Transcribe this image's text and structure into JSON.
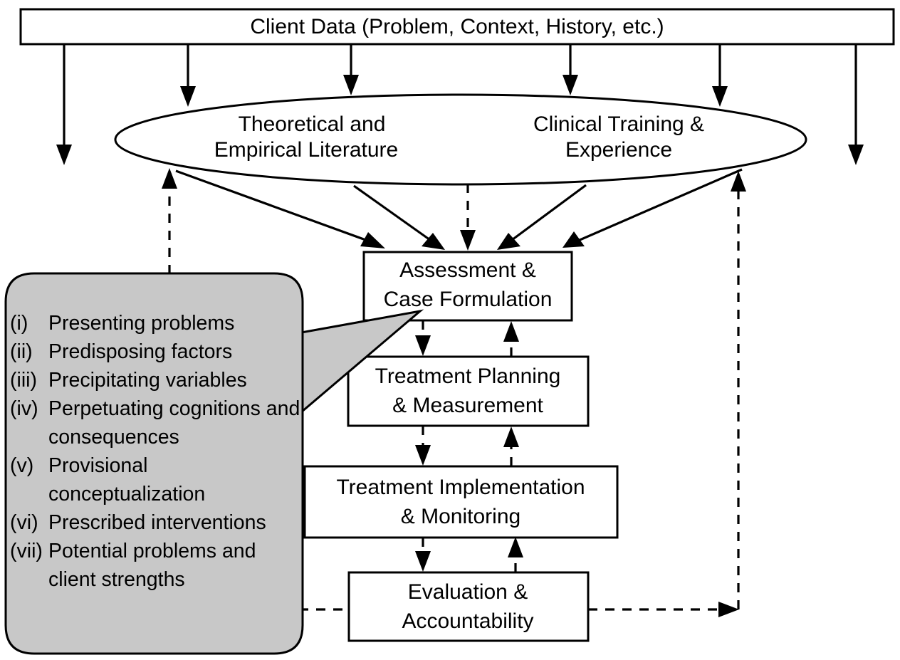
{
  "diagram": {
    "title_box": {
      "label": "Client Data (Problem, Context, History, etc.)"
    },
    "resources_ellipse": {
      "left_label_line1": "Theoretical and",
      "left_label_line2": "Empirical Literature",
      "right_label_line1": "Clinical Training &",
      "right_label_line2": "Experience"
    },
    "process_boxes": [
      {
        "line1": "Assessment &",
        "line2": "Case Formulation"
      },
      {
        "line1": "Treatment Planning",
        "line2": "& Measurement"
      },
      {
        "line1": "Treatment Implementation",
        "line2": "& Monitoring"
      },
      {
        "line1": "Evaluation &",
        "line2": "Accountability"
      }
    ],
    "callout": {
      "fill_color": "#c8c8c8",
      "items": [
        {
          "num": "(i)",
          "text": "Presenting problems"
        },
        {
          "num": "(ii)",
          "text": "Predisposing factors"
        },
        {
          "num": "(iii)",
          "text": "Precipitating variables"
        },
        {
          "num": "(iv)",
          "text": "Perpetuating cognitions and consequences"
        },
        {
          "num": "(v)",
          "text": "Provisional conceptualization"
        },
        {
          "num": "(vi)",
          "text": "Prescribed interventions"
        },
        {
          "num": "(vii)",
          "text": "Potential problems and client strengths"
        }
      ]
    }
  }
}
